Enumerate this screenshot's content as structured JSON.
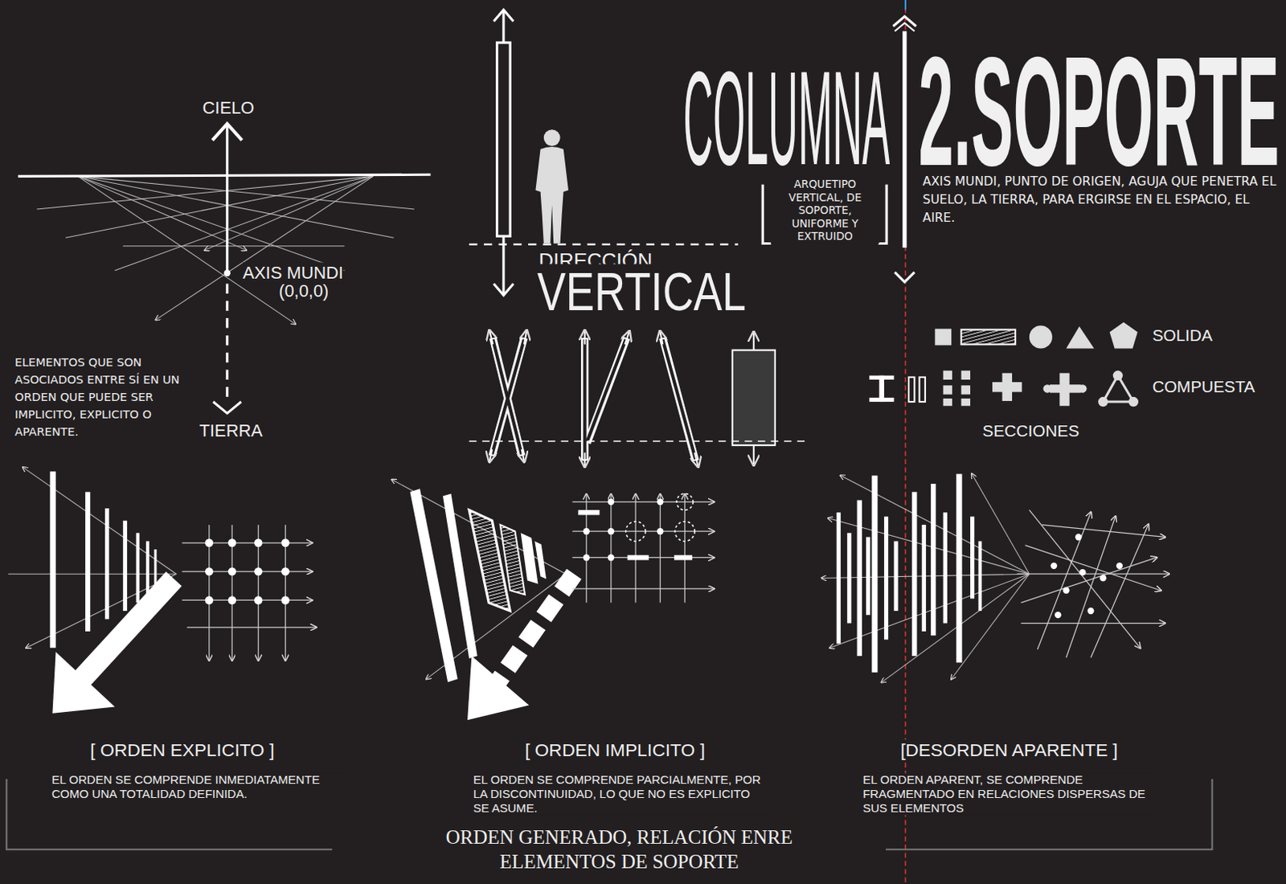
{
  "diagram": {
    "title": "2.SOPORTE",
    "caption": "ORDEN GENERADO, RELACIÓN ENRE ELEMENTOS DE SOPORTE",
    "labels": [
      "CIELO",
      "AXIS MUNDI",
      "(0,0,0)",
      "TIERRA",
      "ELEMENTOS QUE SON ASOCIADOS ENTRE SÍ EN UN ORDEN QUE PUEDE SER IMPLICITO, EXPLICITO O APARENTE.",
      "DIRECCIÓN",
      "VERTICAL",
      "COLUMNA",
      "ARQUETIPO VERTICAL, DE SOPORTE, UNIFORME Y EXTRUIDO",
      "AXIS MUNDI, PUNTO DE ORIGEN, AGUJA QUE PENETRA EL SUELO, LA TIERRA, PARA ERGIRSE EN EL ESPACIO, EL AIRE.",
      "SOLIDA",
      "COMPUESTA",
      "SECCIONES",
      "[ ORDEN EXPLICITO ]",
      "EL ORDEN SE COMPRENDE INMEDIATAMENTE COMO UNA TOTALIDAD DEFINIDA.",
      "[ ORDEN IMPLICITO ]",
      "EL ORDEN SE COMPRENDE PARCIALMENTE, POR LA DISCONTINUIDAD, LO QUE NO ES EXPLICITO SE ASUME.",
      "[DESORDEN APARENTE ]",
      "EL ORDEN APARENT, SE COMPRENDE FRAGMENTADO EN RELACIONES DISPERSAS DE SUS ELEMENTOS"
    ]
  }
}
